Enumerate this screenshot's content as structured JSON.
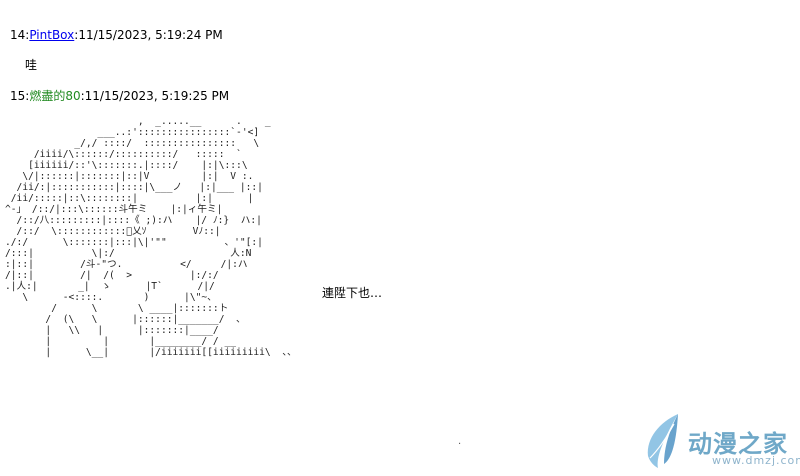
{
  "posts": [
    {
      "number": "14",
      "name": "PintBox",
      "timestamp": "11/15/2023, 5:19:24 PM",
      "body": "哇"
    },
    {
      "number": "15",
      "name": "燃盡的80",
      "timestamp": "11/15/2023, 5:19:25 PM",
      "caption": "連陞下也…"
    }
  ],
  "ascii_art": "                       ,  _.....__      .    _\n                ___..:'::::::::::::::::`-'<]\n            _/,/ ::::/  ::::::::::::::::   \\\n     /iiii/\\::::::/::::::::::/   :::::  `\n    [iiiiii/::'\\:::::::.|::::/    |:|\\:::\\\n   \\/|::::::|:::::::|::|V         |:|  V :.\n  /ii/:|:::::::::::|::::|\\___ノ   |:|___ |::|\n /ii/:::::|::\\::::::::|          |:|      |\n^-」 /::/|:::\\::::::斗午ミ    |:|ィ午ミ|\n  /::/八:::::::::|::::《 ;):ハ    |/ ﾉ:}  ハ:|\n  /::/  \\::::::::::::ﾟ乂ｿ        Vﾉ::|\n./:/      \\:::::::|:::|\\|'\"\"          、'\"[:|\n/:::|          \\|:/                    人:N\n:|::|        /斗-\"つ.          </     /|:ハ\n/|::|        /|  /(  >          |:/:/\n.|人:|       _|  ゝ      |T`      /|/\n   \\      -<::::.       )      |\\\"~、\n        /      \\       \\ ____|:::::::ト\n       /  (\\   \\      |::::::|_______/  、\n       |   \\\\   |      |:::::::|____/\n       |         |       |________/ / __\n       |      \\__|       |/iiiiiii[[iiiiiiiii\\  、、",
  "watermark": {
    "text": "动漫之家",
    "url": "www.dmzj.com",
    "colors": {
      "primary": "#6fa8c8",
      "secondary": "#8fb4cc"
    }
  }
}
